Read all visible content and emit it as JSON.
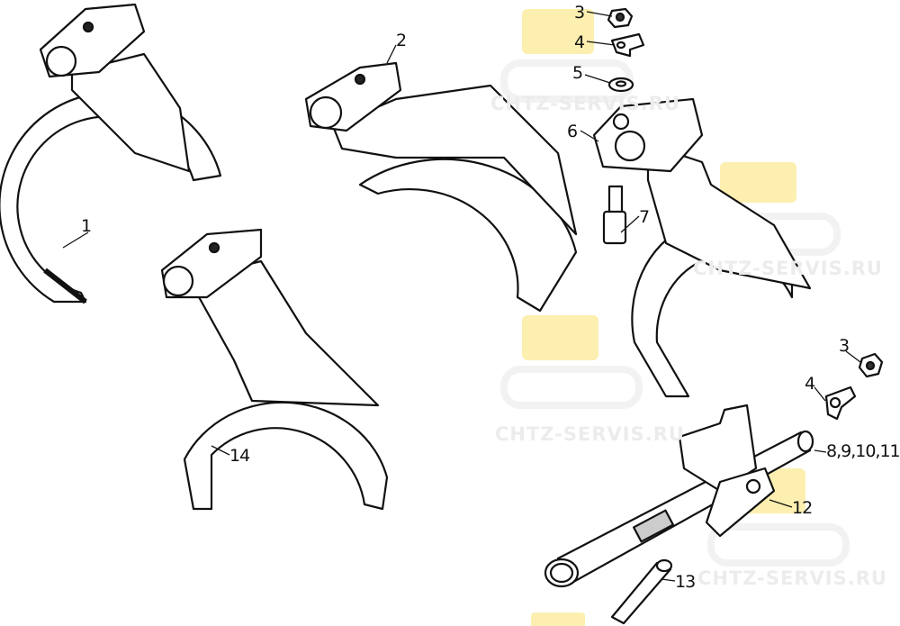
{
  "watermark": {
    "text": "CHTZ-SERVIS.RU",
    "logo_color": "#fcefb0",
    "text_color": "#ececec"
  },
  "parts": {
    "fork_1": {
      "label": "1"
    },
    "fork_2": {
      "label": "2"
    },
    "nut_top": {
      "label": "3"
    },
    "lock_washer_top": {
      "label": "4"
    },
    "washer": {
      "label": "5"
    },
    "fork_6": {
      "label": "6"
    },
    "pin": {
      "label": "7"
    },
    "fork_14": {
      "label": "14"
    },
    "nut_right": {
      "label": "3"
    },
    "lock_washer_right": {
      "label": "4"
    },
    "rods": {
      "label": "8,9,10,11"
    },
    "head": {
      "label": "12"
    },
    "screw": {
      "label": "13"
    }
  }
}
